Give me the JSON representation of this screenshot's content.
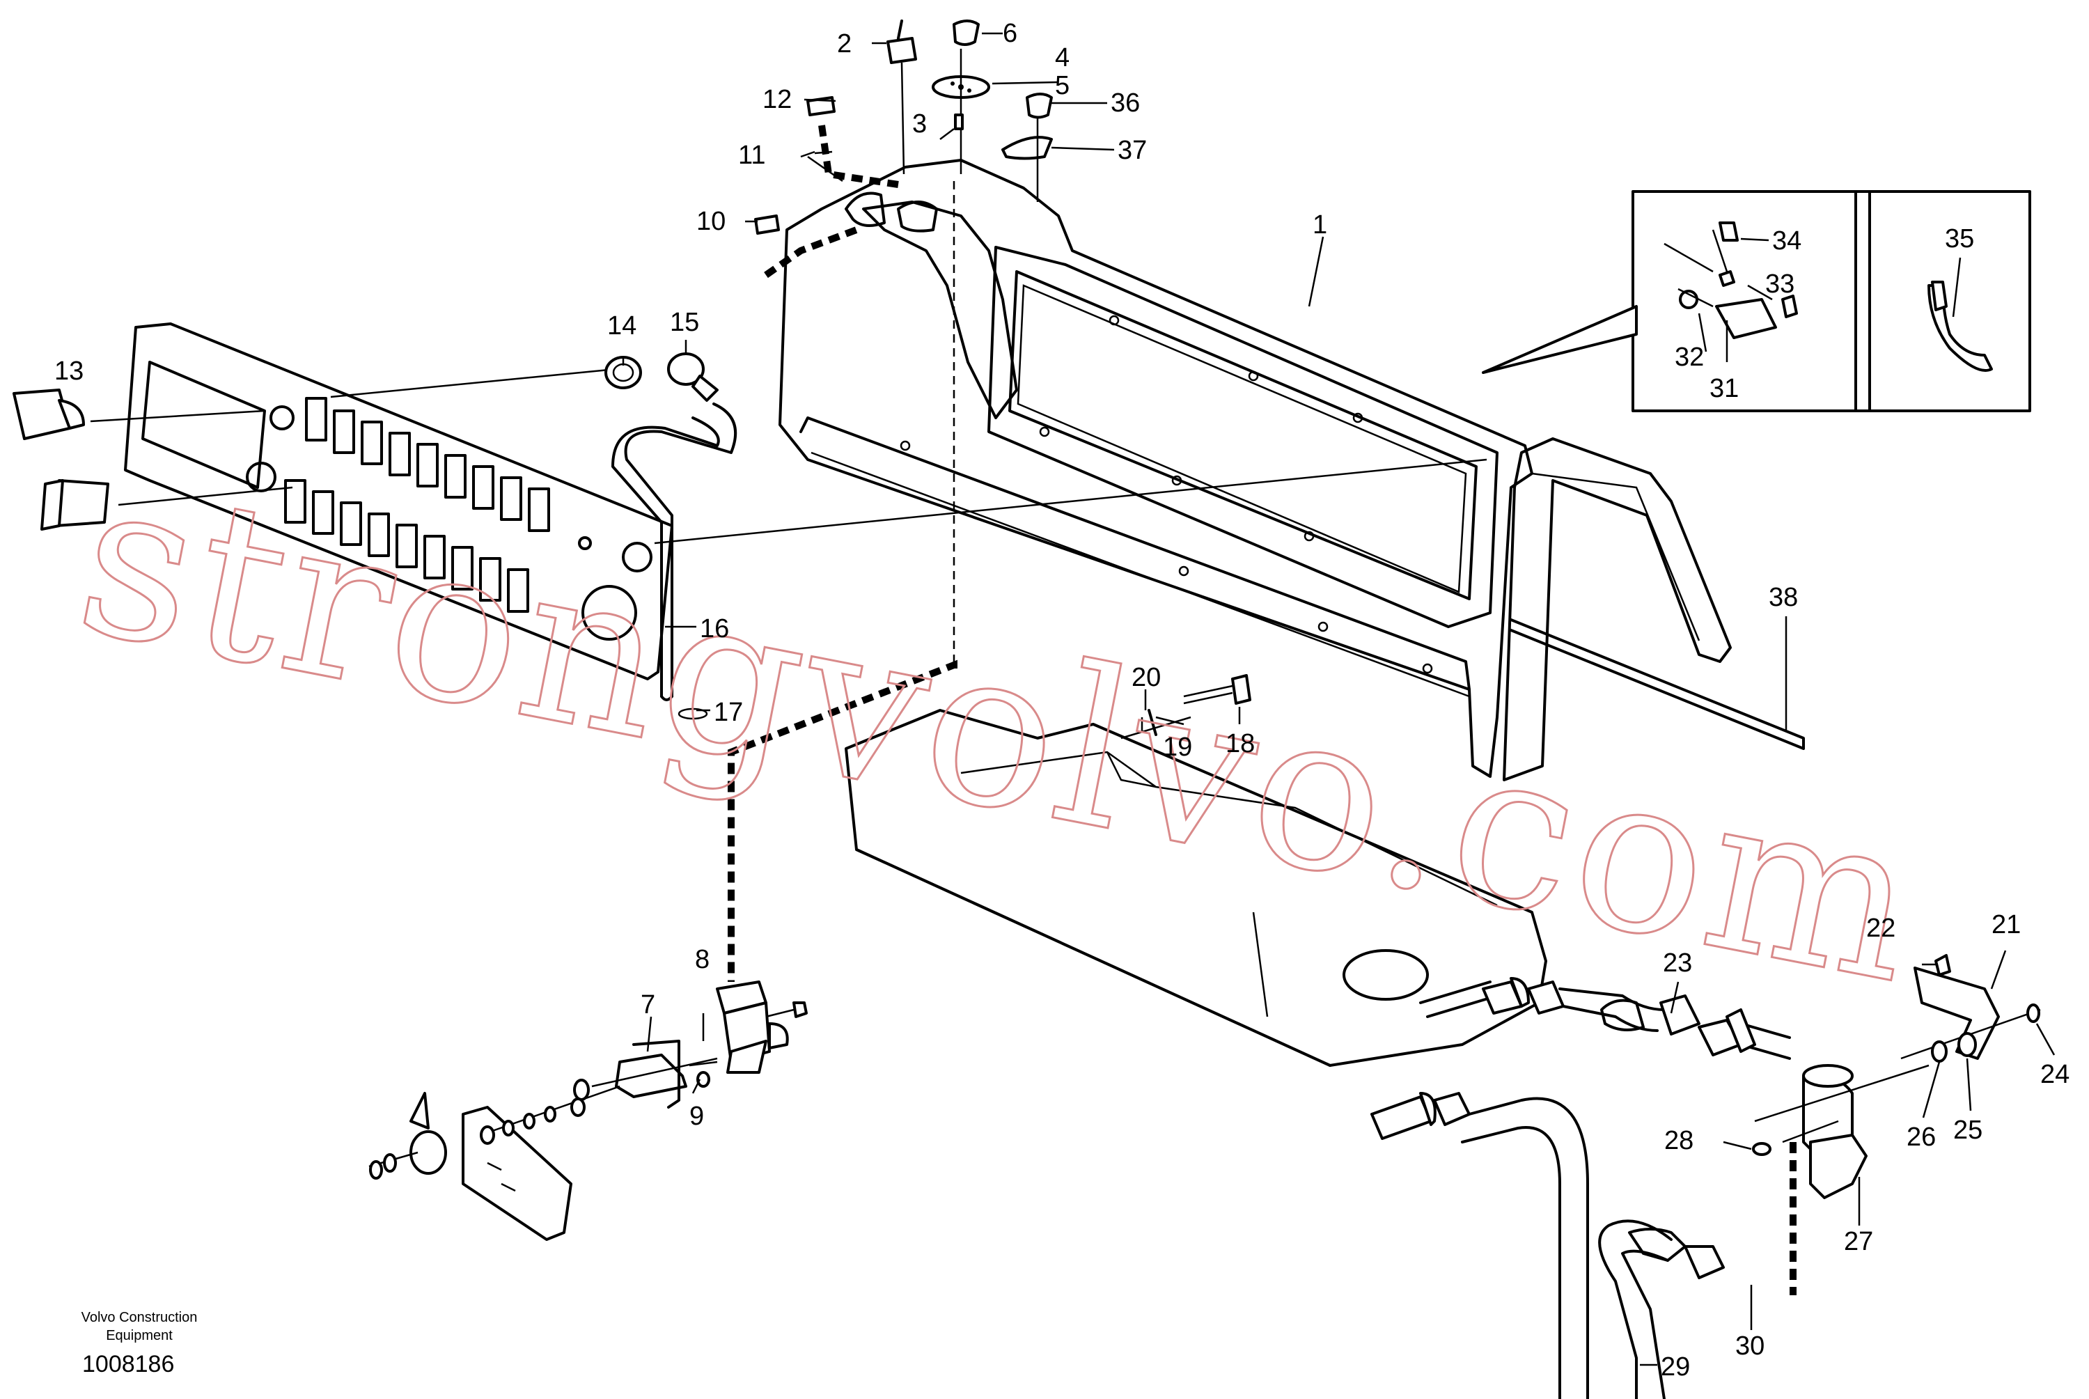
{
  "watermark": "strongvolvo.com",
  "footer": {
    "brand_line1": "Volvo Construction",
    "brand_line2": "Equipment",
    "figure_number": "1008186"
  },
  "callouts": [
    {
      "id": "c1",
      "label": "1"
    },
    {
      "id": "c2",
      "label": "2"
    },
    {
      "id": "c3",
      "label": "3"
    },
    {
      "id": "c4",
      "label": "4"
    },
    {
      "id": "c5",
      "label": "5"
    },
    {
      "id": "c6",
      "label": "6"
    },
    {
      "id": "c7",
      "label": "7"
    },
    {
      "id": "c8",
      "label": "8"
    },
    {
      "id": "c9",
      "label": "9"
    },
    {
      "id": "c10",
      "label": "10"
    },
    {
      "id": "c11",
      "label": "11"
    },
    {
      "id": "c12",
      "label": "12"
    },
    {
      "id": "c13",
      "label": "13"
    },
    {
      "id": "c14",
      "label": "14"
    },
    {
      "id": "c15",
      "label": "15"
    },
    {
      "id": "c16",
      "label": "16"
    },
    {
      "id": "c17",
      "label": "17"
    },
    {
      "id": "c18",
      "label": "18"
    },
    {
      "id": "c19",
      "label": "19"
    },
    {
      "id": "c20",
      "label": "20"
    },
    {
      "id": "c21",
      "label": "21"
    },
    {
      "id": "c22",
      "label": "22"
    },
    {
      "id": "c23",
      "label": "23"
    },
    {
      "id": "c24",
      "label": "24"
    },
    {
      "id": "c25",
      "label": "25"
    },
    {
      "id": "c26",
      "label": "26"
    },
    {
      "id": "c27",
      "label": "27"
    },
    {
      "id": "c28",
      "label": "28"
    },
    {
      "id": "c29",
      "label": "29"
    },
    {
      "id": "c30",
      "label": "30"
    },
    {
      "id": "c31",
      "label": "31"
    },
    {
      "id": "c32",
      "label": "32"
    },
    {
      "id": "c33",
      "label": "33"
    },
    {
      "id": "c34",
      "label": "34"
    },
    {
      "id": "c35",
      "label": "35"
    },
    {
      "id": "c36",
      "label": "36"
    },
    {
      "id": "c37",
      "label": "37"
    },
    {
      "id": "c38",
      "label": "38"
    }
  ]
}
